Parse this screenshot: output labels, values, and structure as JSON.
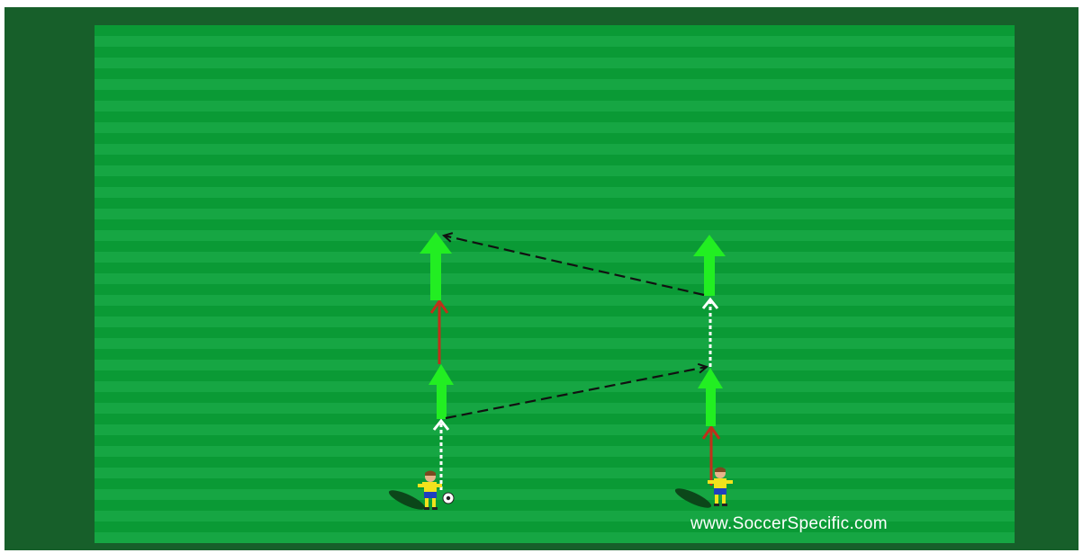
{
  "diagram": {
    "watermark": "www.SoccerSpecific.com",
    "colors": {
      "frame": "#175f2a",
      "pitch_light": "#16a643",
      "pitch_dark": "#0a9a35",
      "run_arrow": "#22ee22",
      "dribble_arrow": "#c0301a",
      "ball_path": "#ffffff",
      "pass_line": "#111111",
      "shirt": "#f2e21c",
      "shorts": "#1f3fbf"
    },
    "icons": [
      "player-icon",
      "soccer-ball-icon",
      "run-arrow-icon",
      "dribble-arrow-icon",
      "pass-line",
      "ball-movement-dotted-line"
    ]
  }
}
